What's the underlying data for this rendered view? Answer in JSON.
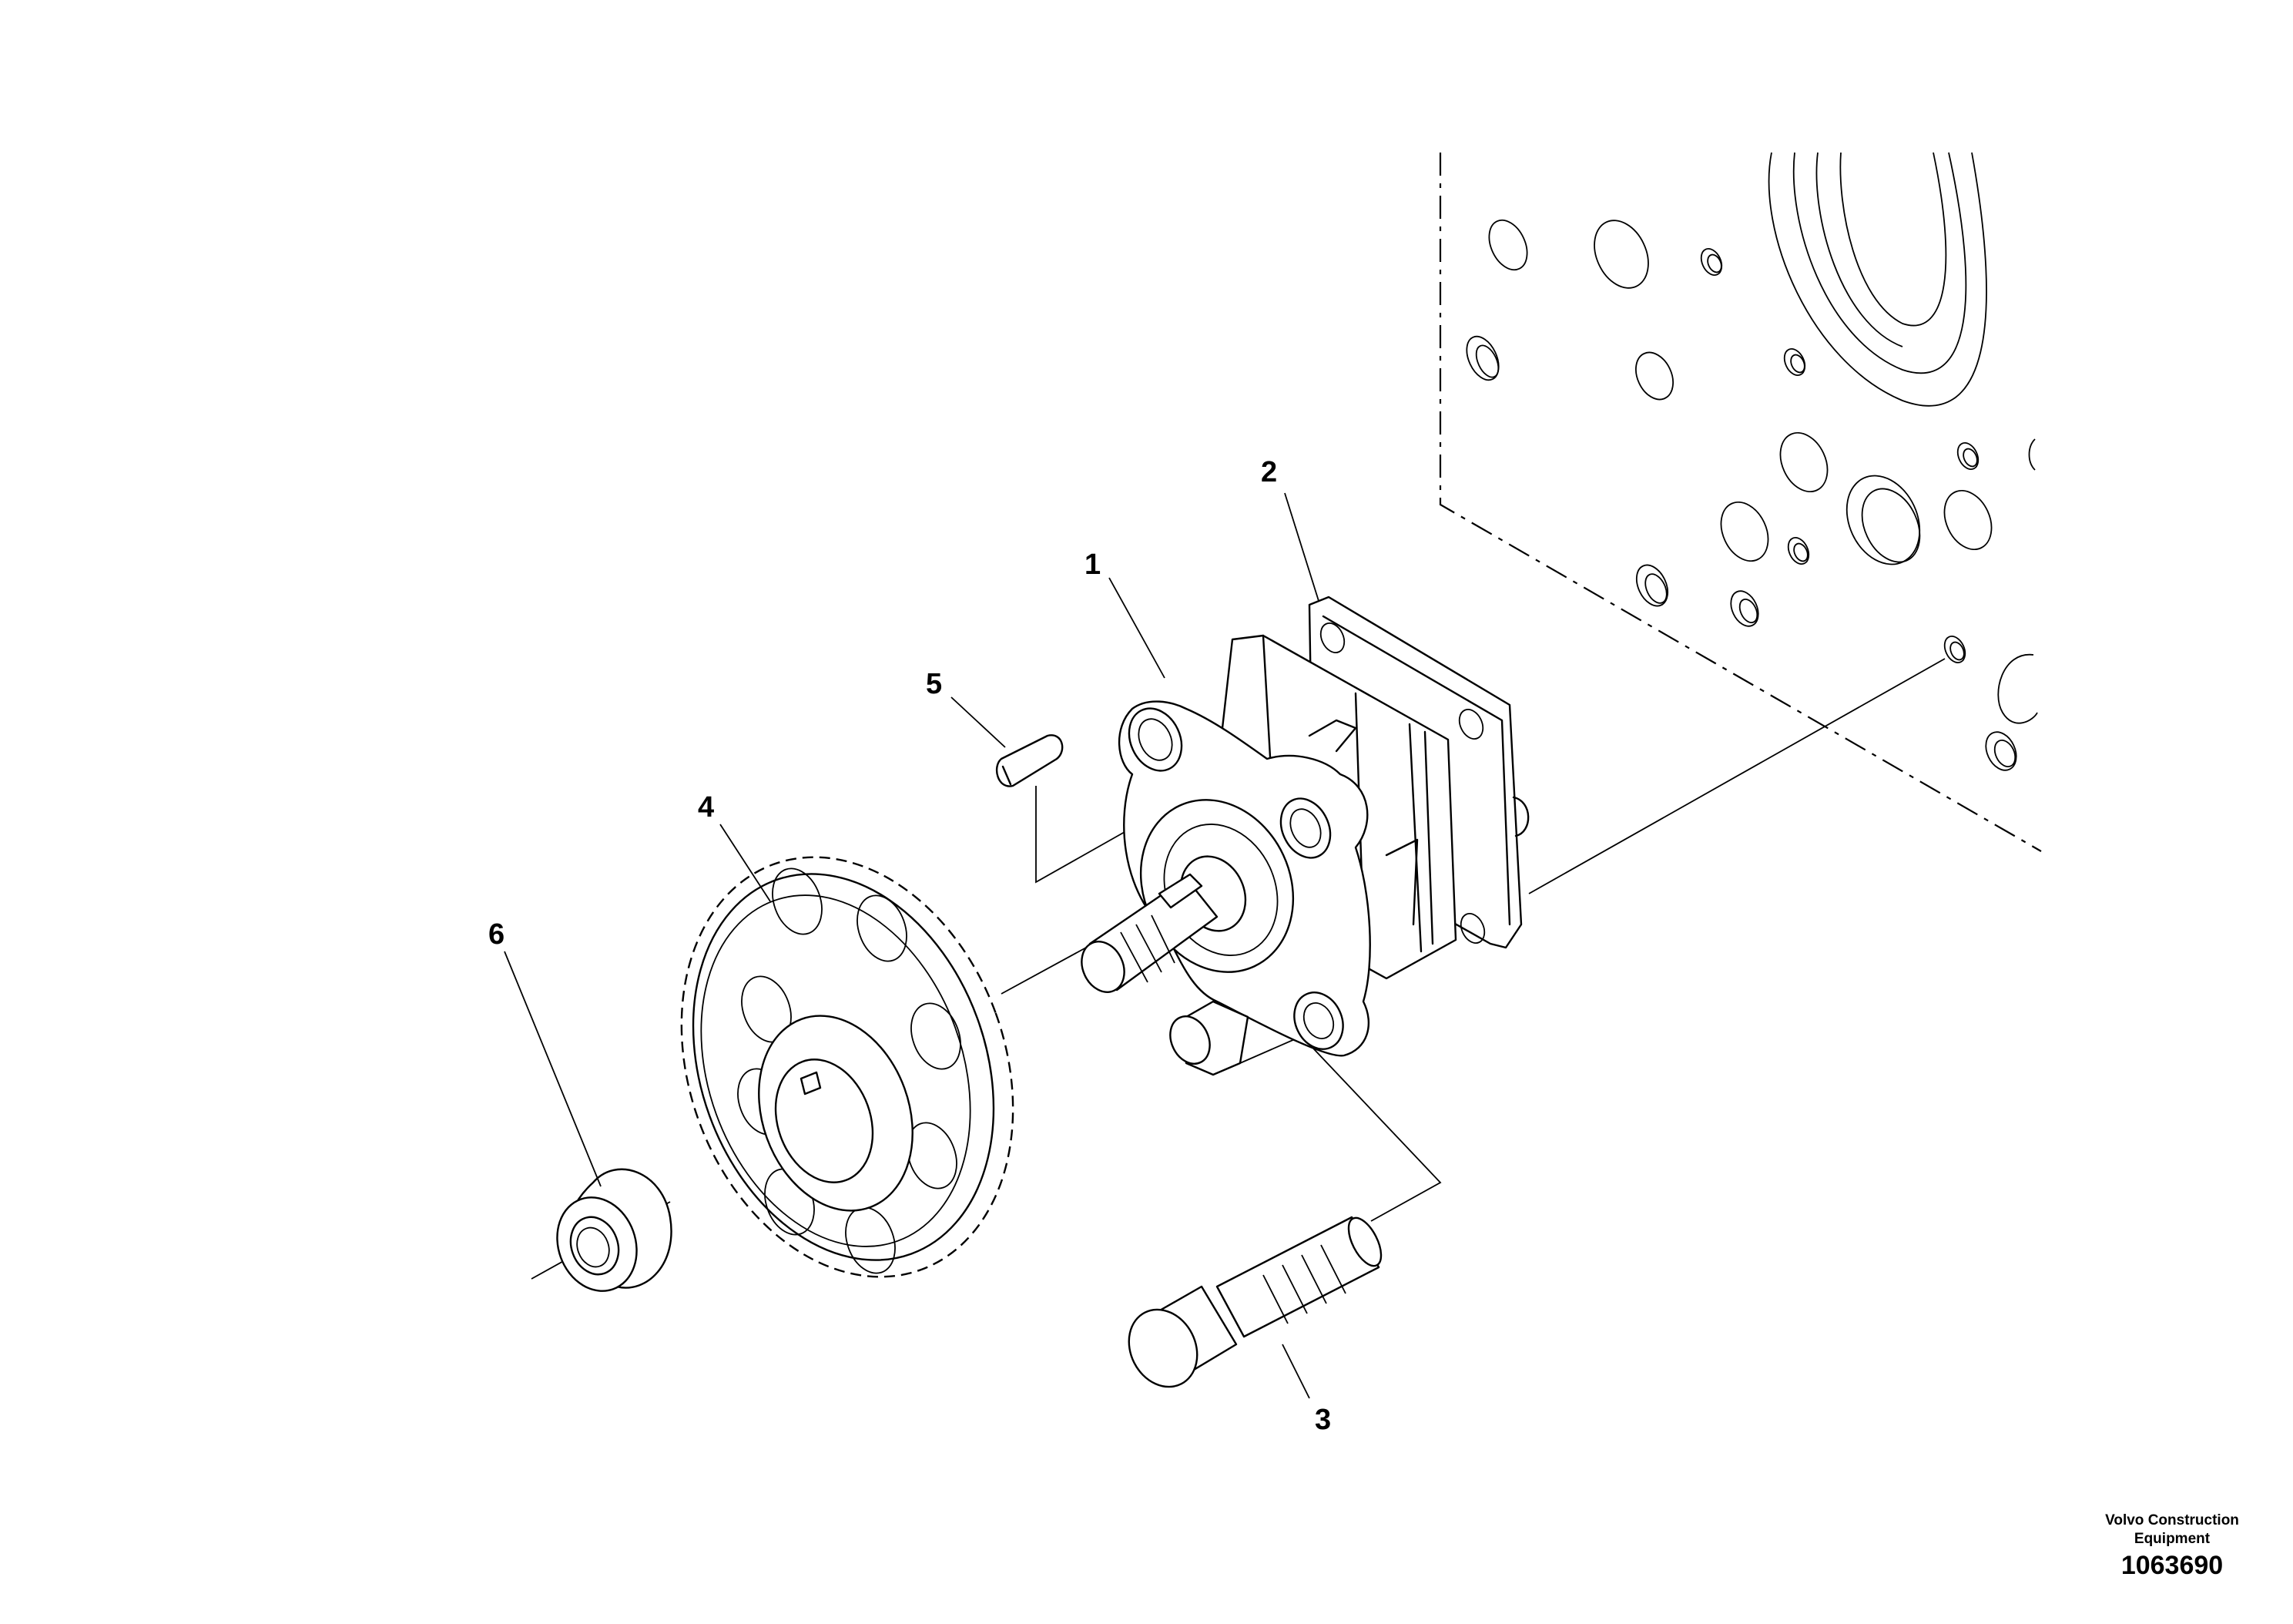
{
  "callouts": {
    "c1": "1",
    "c2": "2",
    "c3": "3",
    "c4": "4",
    "c5": "5",
    "c6": "6"
  },
  "credit": {
    "company_line1": "Volvo Construction",
    "company_line2": "Equipment",
    "drawing_number": "1063690"
  }
}
